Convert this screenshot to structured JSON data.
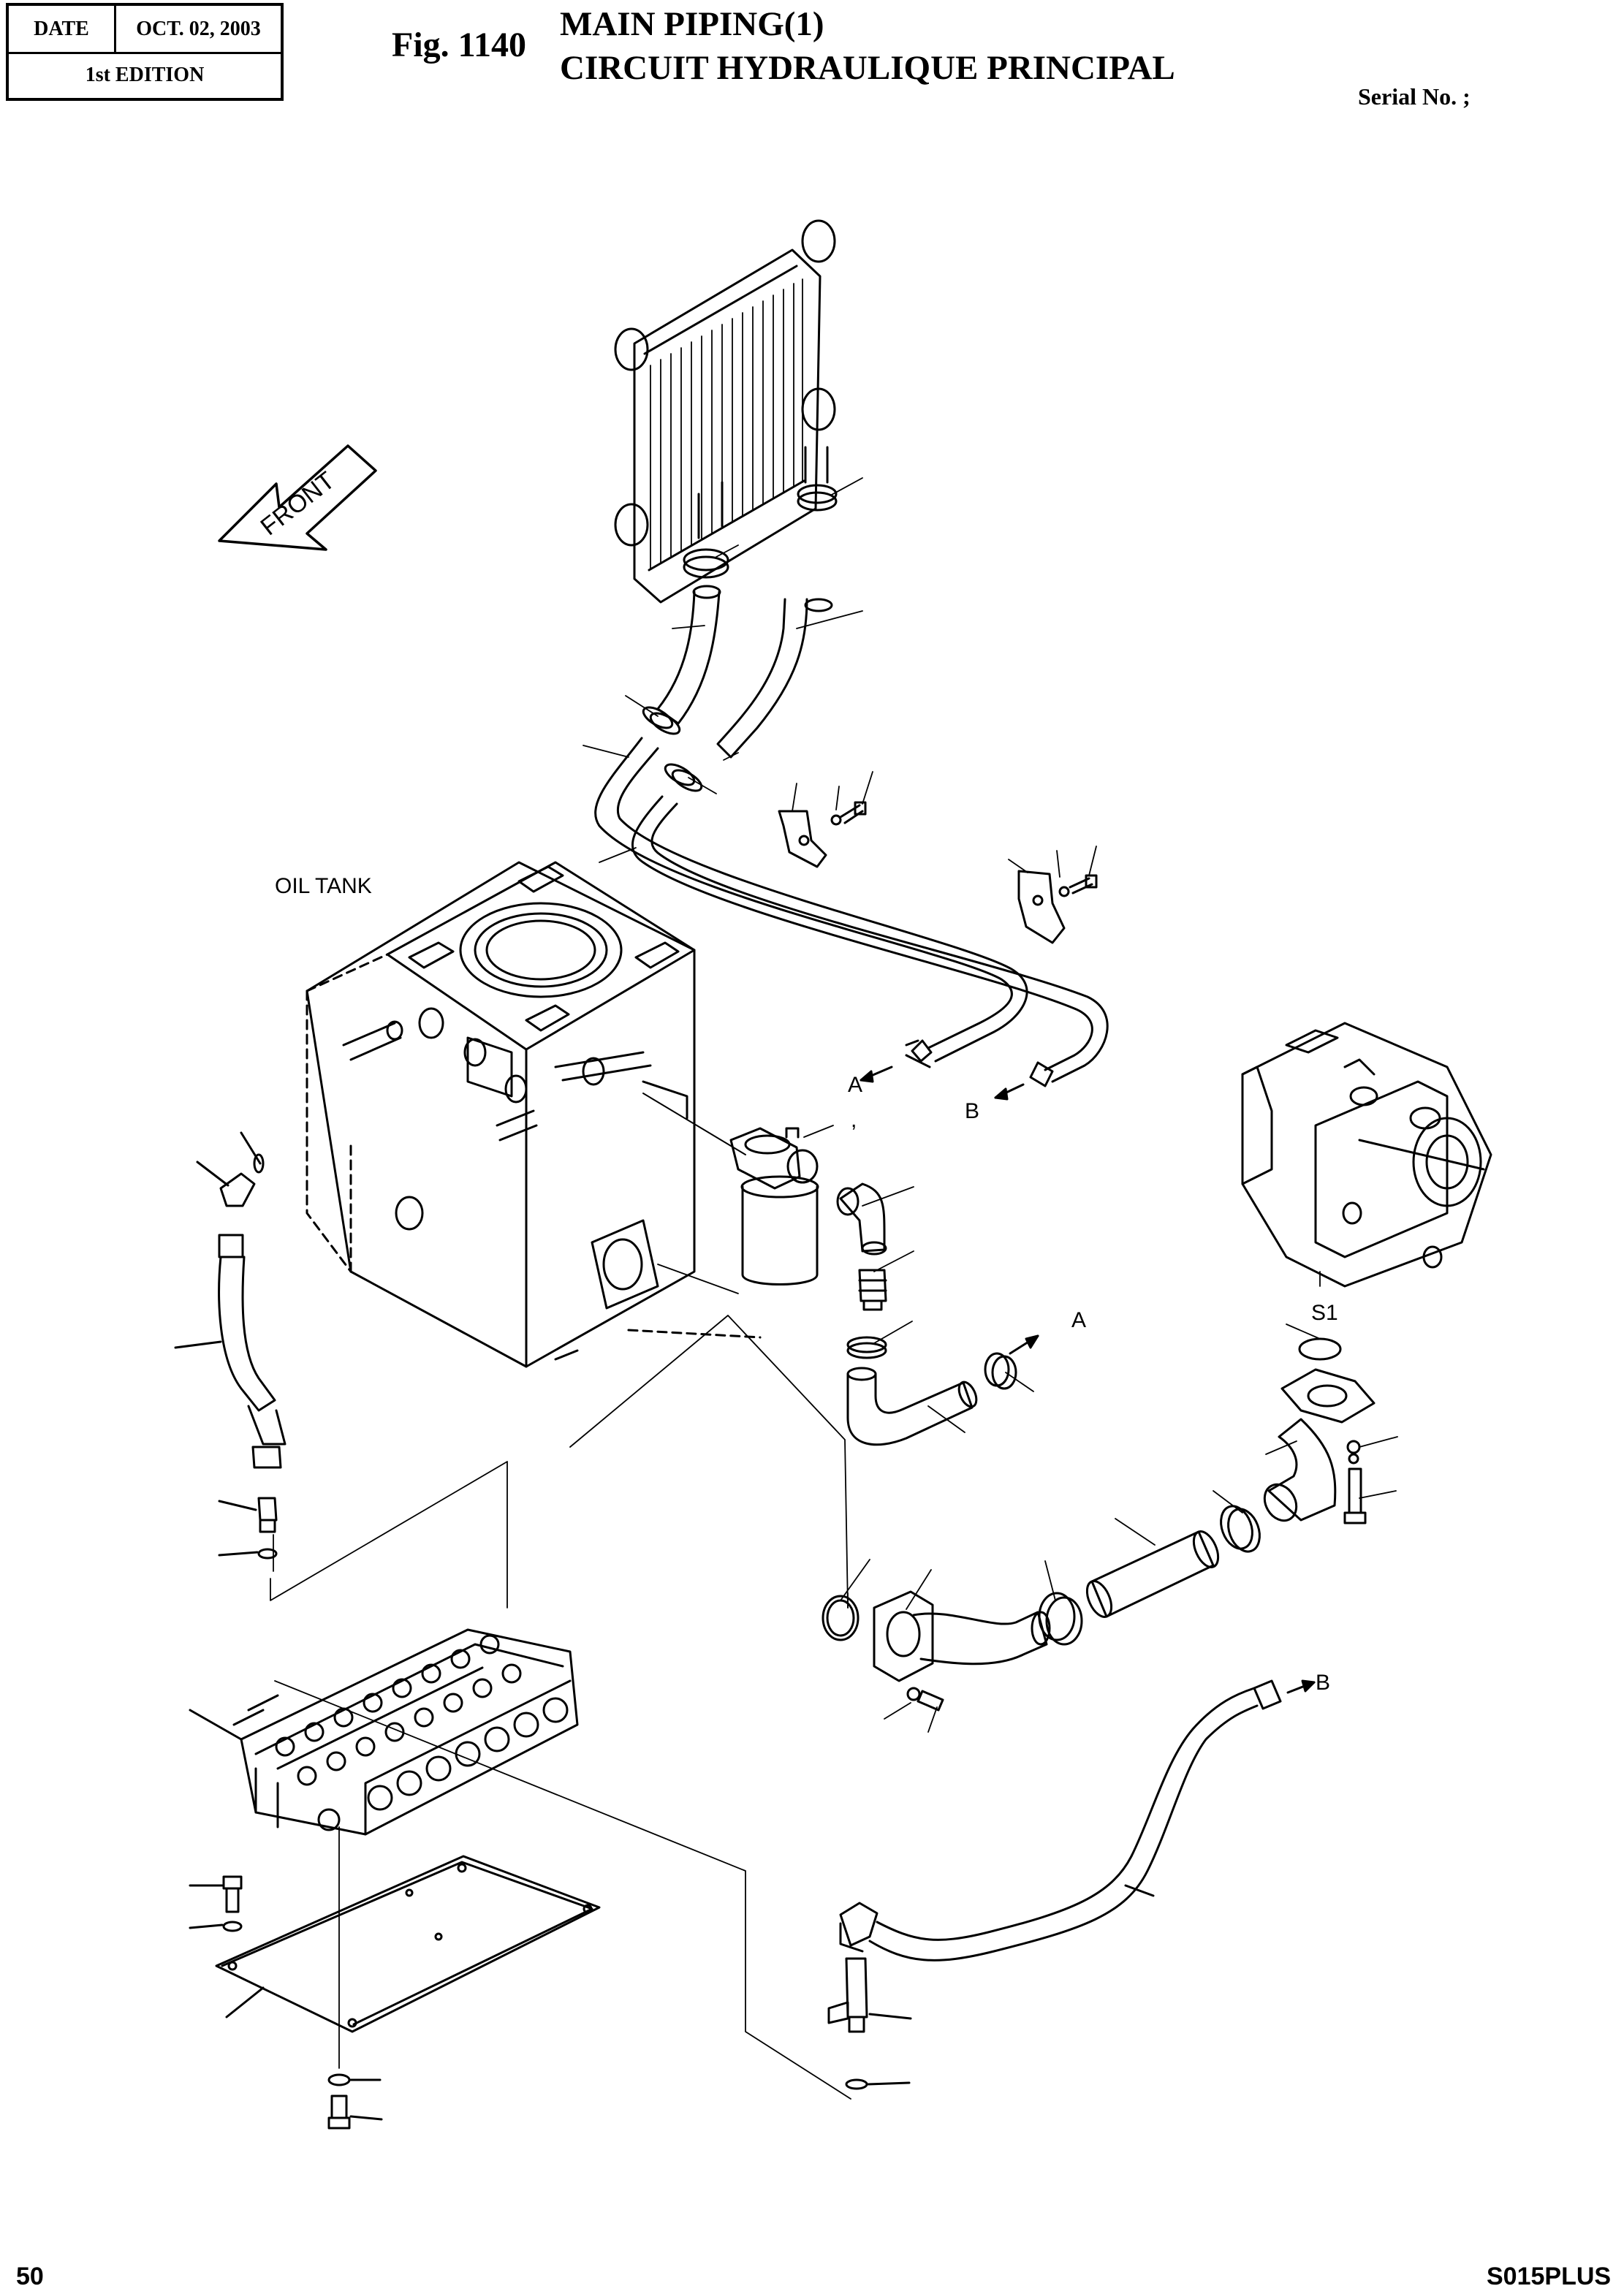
{
  "header": {
    "date_label": "DATE",
    "date_value": "OCT. 02, 2003",
    "edition": "1st EDITION",
    "figure": "Fig. 1140",
    "title_en": "MAIN PIPING(1)",
    "title_fr": "CIRCUIT HYDRAULIQUE PRINCIPAL",
    "serial": "Serial No. ;"
  },
  "diagram": {
    "front_label": "FRONT",
    "oil_tank_label": "OIL TANK",
    "connection_labels": [
      "A",
      "B",
      "A",
      "S1",
      "B"
    ],
    "comma_mark": ","
  },
  "footer": {
    "page_number": "50",
    "model": "S015PLUS"
  }
}
